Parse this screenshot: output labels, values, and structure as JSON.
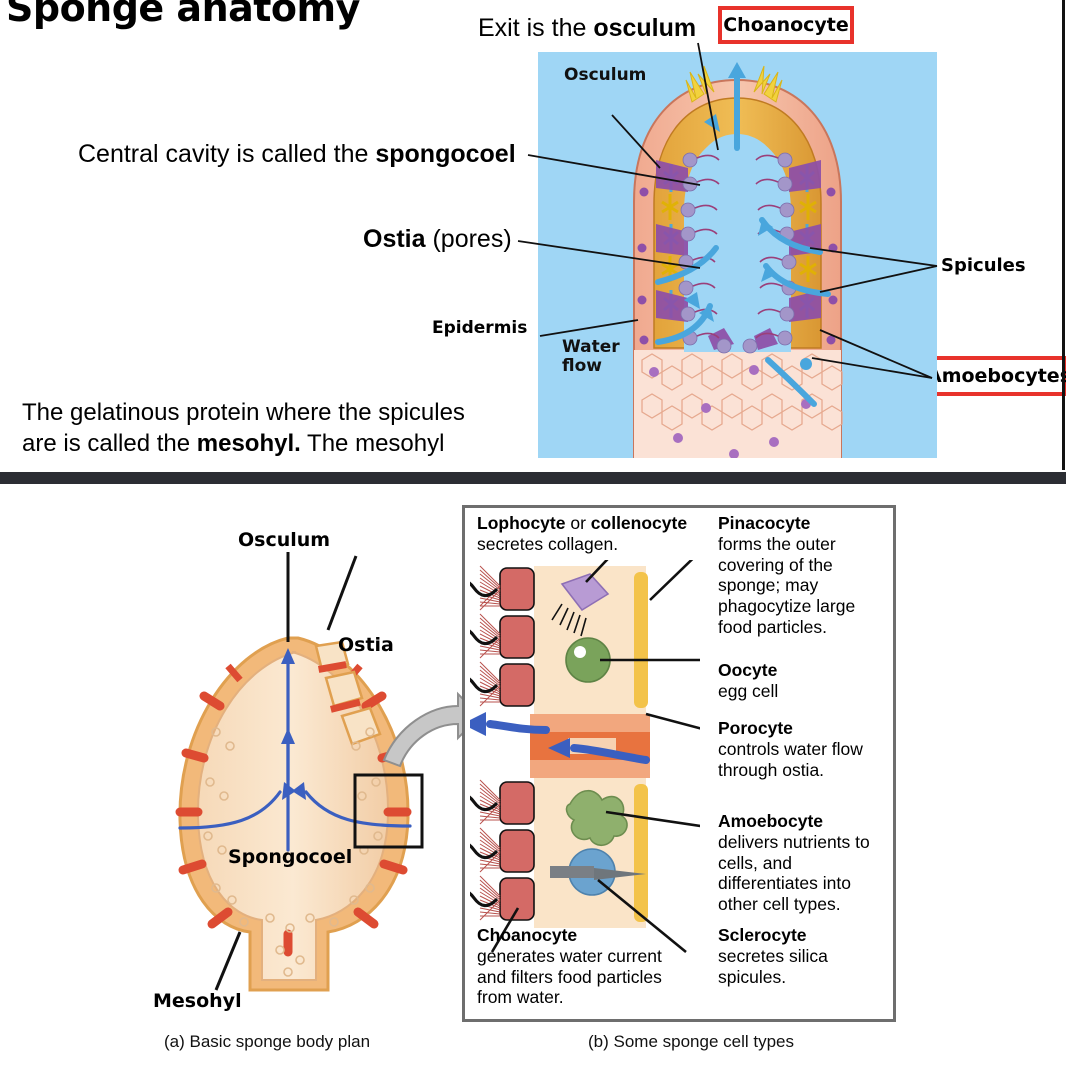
{
  "slide": {
    "title": "Sponge anatomy",
    "callouts": {
      "osculum": "Exit is the osculum",
      "osculum_plain": "Exit is the ",
      "osculum_bold": "osculum",
      "spongocoel_plain": "Central cavity is called the ",
      "spongocoel_bold": "spongocoel",
      "ostia_bold": "Ostia",
      "ostia_plain": " (pores)",
      "mesohyl_line1": "The gelatinous protein where the spicules",
      "mesohyl_line2_a": "are is called the ",
      "mesohyl_line2_b": "mesohyl.",
      "mesohyl_line2_c": " The mesohyl"
    },
    "highlight_boxes": [
      {
        "label": "Choanocyte",
        "color": "#e8322b"
      },
      {
        "label": "Amoebocytes",
        "color": "#e8322b"
      }
    ],
    "figure_labels": {
      "osculum": "Osculum",
      "spicules": "Spicules",
      "epidermis": "Epidermis",
      "water_flow_line1": "Water",
      "water_flow_line2": "flow"
    },
    "figure_background": "#9fd6f5"
  },
  "textbook_figure": {
    "panel_a": {
      "caption": "(a) Basic sponge body plan",
      "labels": {
        "osculum": "Osculum",
        "ostia": "Ostia",
        "spongocoel": "Spongocoel",
        "mesohyl": "Mesohyl"
      }
    },
    "panel_b": {
      "caption": "(b) Some sponge cell types",
      "cells": [
        {
          "name": "Lophocyte",
          "name2": "collenocyte",
          "joiner": " or ",
          "description": "secretes collagen."
        },
        {
          "name": "Pinacocyte",
          "description": "forms the outer covering of the sponge; may phagocytize large food particles."
        },
        {
          "name": "Oocyte",
          "description": "egg cell"
        },
        {
          "name": "Porocyte",
          "description": "controls water flow through ostia."
        },
        {
          "name": "Amoebocyte",
          "description": "delivers nutrients to cells, and differentiates into other cell types."
        },
        {
          "name": "Sclerocyte",
          "description": "secretes silica spicules."
        },
        {
          "name": "Choanocyte",
          "description": "generates water current and filters food particles from water."
        }
      ]
    }
  },
  "colors": {
    "divider": "#2b2d33",
    "panel_border": "#6e6e6e",
    "water_blue": "#9fd6f5",
    "arrow_blue": "#3b5fc0",
    "highlight_red": "#e8322b"
  }
}
